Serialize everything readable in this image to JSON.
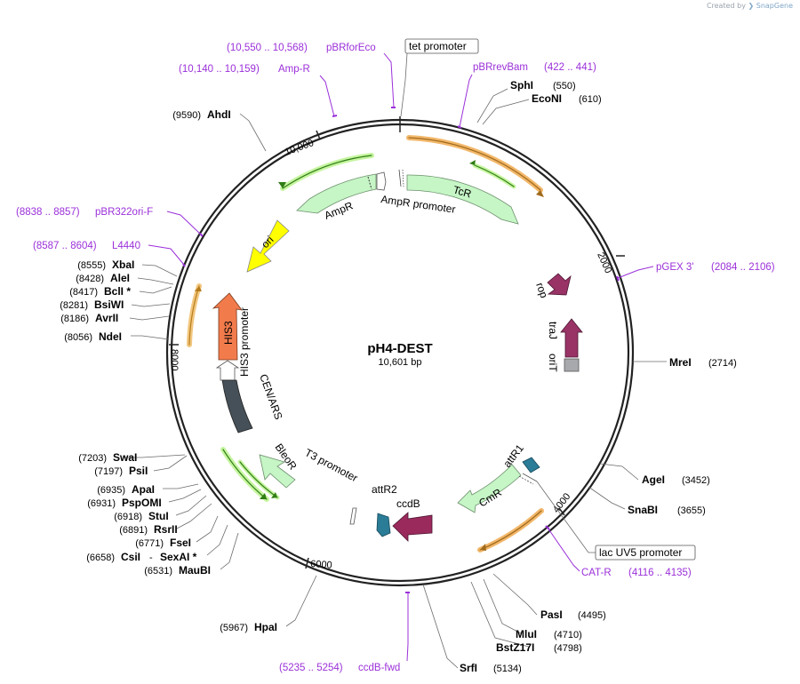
{
  "credit": {
    "text": "Created by",
    "brand": "SnapGene"
  },
  "plasmid": {
    "name": "pH4-DEST",
    "size_label": "10,601 bp"
  },
  "ticks": [
    "2000",
    "4000",
    "6000",
    "8000",
    "10,000"
  ],
  "features": {
    "tcr": "TcR",
    "ampr": "AmpR",
    "ampr_promoter": "AmpR promoter",
    "ori": "ori",
    "his3": "HIS3",
    "his3_promoter": "HIS3 promoter",
    "cen_ars": "CEN/ARS",
    "bleor": "BleoR",
    "t3_promoter": "T3 promoter",
    "attr2": "attR2",
    "ccdb": "ccdB",
    "cmr": "CmR",
    "attr1": "attR1",
    "rop": "rop",
    "traj": "traJ",
    "orit": "oriT"
  },
  "boxed_labels": {
    "tet_promoter": "tet promoter",
    "lac_uv5_promoter": "lac UV5 promoter"
  },
  "sites": [
    {
      "name": "SphI",
      "pos": "(550)"
    },
    {
      "name": "EcoNI",
      "pos": "(610)"
    },
    {
      "name": "MreI",
      "pos": "(2714)"
    },
    {
      "name": "AgeI",
      "pos": "(3452)"
    },
    {
      "name": "SnaBI",
      "pos": "(3655)"
    },
    {
      "name": "PasI",
      "pos": "(4495)"
    },
    {
      "name": "MluI",
      "pos": "(4710)"
    },
    {
      "name": "BstZ17I",
      "pos": "(4798)"
    },
    {
      "name": "SrfI",
      "pos": "(5134)"
    },
    {
      "name": "HpaI",
      "pos": "(5967)"
    },
    {
      "name": "MauBI",
      "pos": "(6531)"
    },
    {
      "name": "CsiI",
      "pos": "(6658)"
    },
    {
      "name": "SexAI *",
      "pos": ""
    },
    {
      "name": "FseI",
      "pos": "(6771)"
    },
    {
      "name": "RsrII",
      "pos": "(6891)"
    },
    {
      "name": "StuI",
      "pos": "(6918)"
    },
    {
      "name": "PspOMI",
      "pos": "(6931)"
    },
    {
      "name": "ApaI",
      "pos": "(6935)"
    },
    {
      "name": "PsiI",
      "pos": "(7197)"
    },
    {
      "name": "SwaI",
      "pos": "(7203)"
    },
    {
      "name": "NdeI",
      "pos": "(8056)"
    },
    {
      "name": "AvrII",
      "pos": "(8186)"
    },
    {
      "name": "BsiWI",
      "pos": "(8281)"
    },
    {
      "name": "BclI *",
      "pos": "(8417)"
    },
    {
      "name": "AleI",
      "pos": "(8428)"
    },
    {
      "name": "XbaI",
      "pos": "(8555)"
    },
    {
      "name": "AhdI",
      "pos": "(9590)"
    }
  ],
  "primers": [
    {
      "name": "pBRforEco",
      "range": "(10,550 .. 10,568)"
    },
    {
      "name": "Amp-R",
      "range": "(10,140 .. 10,159)"
    },
    {
      "name": "pBRrevBam",
      "range": "(422 .. 441)"
    },
    {
      "name": "pGEX 3'",
      "range": "(2084 .. 2106)"
    },
    {
      "name": "pBR322ori-F",
      "range": "(8838 .. 8857)"
    },
    {
      "name": "L4440",
      "range": "(8587 .. 8604)"
    },
    {
      "name": "CAT-R",
      "range": "(4116 .. 4135)"
    },
    {
      "name": "ccdB-fwd",
      "range": "(5235 .. 5254)"
    }
  ],
  "colors": {
    "tcr": "#c6f5c6",
    "ampr": "#c6f5c6",
    "ori": "#ffff00",
    "his3": "#f27b4c",
    "cen_ars": "#465058",
    "bleor": "#c6f5c6",
    "cmr": "#c6f5c6",
    "rop": "#993366",
    "traj": "#993366",
    "orit": "#a7a9ac",
    "att": "#2b7c96",
    "ccdb": "#9b2a5c",
    "primer": "#9b30d9",
    "orf": "#f2b76a",
    "orf_inner": "#a8e88c"
  }
}
